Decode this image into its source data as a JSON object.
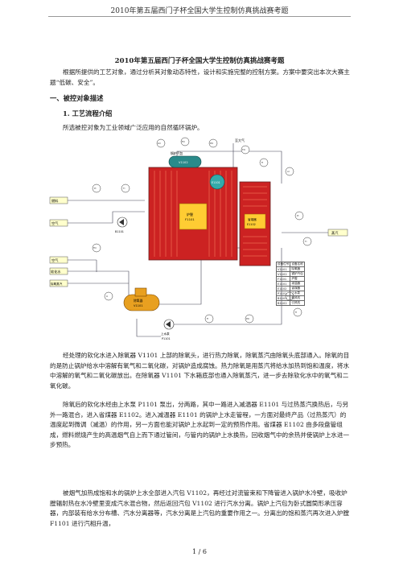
{
  "header": {
    "running_title": "2010年第五届西门子杯全国大学生控制仿真挑战赛考题"
  },
  "doc": {
    "title": "2010年第五届西门子杯全国大学生控制仿真挑战赛考题",
    "intro": "根据所提供的工艺对象，通过分析其对象动态特性，设计和实施完整的控制方案。方案中要突出本次大赛主题“低碳、安全”。",
    "section1": "一、被控对象描述",
    "section1_1": "1. 工艺流程介绍",
    "object_desc": "所选被控对象为工业领域广泛应用的自然循环锅炉。",
    "para1": "经处理的软化水进入除氧器 V1101 上部的除氧头，进行热力除氧，除氧蒸汽由除氧头底部通入。除氧的目的是防止锅炉给水中溶解有氧气和二氧化碳，对锅炉造成腐蚀。热力除氧是用蒸汽将给水加热到饱和温度，将水中溶解的氧气和二氧化碳放出。在除氧器 V1101 下水箱底部也通入除氧蒸汽，进一步去除软化水中的氧气和二氧化碳。",
    "para2": "除氧后的软化水经由上水泵 P1101 泵出，分两路，其中一路进入减温器 E1101 与过热蒸汽换热后，与另外一路混合，进入省煤器 E1102。进入减温器 E1101 的锅炉上水走管程，一方面对最终产品（过热蒸汽）的温度起到微调（减温）的作用，另一方面也能对锅炉上水起到一定的预热作用。省煤器 E1102 由多段盘管组成，燃料燃烧产生的高温烟气自上而下通过管间，与管内的锅炉上水换热，回收烟气中的余热并使锅炉上水进一步预热。",
    "para3": "被烟气加热成饱和水的锅炉上水全部进入汽包 V1102，再经过对流管束和下降管进入锅炉水冷壁，吸收炉膛辐射热在水冷壁里变成汽水混合物，然后返回汽包 V1102 进行汽水分离。锅炉上汽包为卧式圆筒形承压容器，内部装有给水分布槽、汽水分离器等，汽水分离是上汽包的重要作用之一。分离出的饱和蒸汽再次进入炉膛 F1101 进行汽相升温，"
  },
  "diagram": {
    "inlets": [
      "燃料",
      "空气",
      "空气",
      "软化水",
      "除氧蒸汽"
    ],
    "outlet": "蒸汽",
    "stack_label": "至大气",
    "drum_label": "锅炉汽包",
    "drum_code": "V1102",
    "furnace_label": "炉膛",
    "furnace_code": "F1101",
    "economizer_label": "省煤器",
    "economizer_code": "E1102",
    "deaerator_label": "除氧器",
    "deaerator_code": "V1101",
    "pump_label": "上水泵",
    "pump_code": "P1101",
    "fan_code": "B1101",
    "desup_code": "E1101",
    "legend_header": [
      "设备位号",
      "设备名称"
    ],
    "legend_rows": [
      [
        "V1101",
        "除氧器"
      ],
      [
        "V1102",
        "锅炉汽包"
      ],
      [
        "F1101",
        "炉膛"
      ],
      [
        "E1101",
        "减温器"
      ],
      [
        "E1102",
        "省煤器"
      ],
      [
        "P1101",
        "上水泵"
      ],
      [
        "B1101",
        "鼓风机"
      ],
      [
        "B1102",
        "引风机"
      ]
    ],
    "instruments": [
      "PI",
      "TI",
      "LIC",
      "FIC",
      "PIC",
      "TIC",
      "FI",
      "AI",
      "PI",
      "TI",
      "FIC",
      "LI",
      "FI",
      "PIC",
      "TI",
      "FI"
    ]
  },
  "footer": {
    "page": "1 / 6"
  }
}
